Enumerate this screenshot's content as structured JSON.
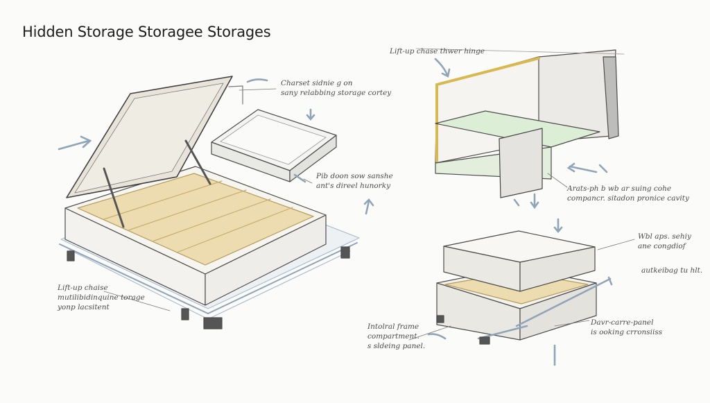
{
  "title": "Hidden Storage Storagee Storages",
  "annotations": {
    "main_top": [
      "Charset sidnie g on",
      "sany relabbing storage cortey"
    ],
    "main_mid": [
      "Pib doon sow sanshe",
      "ant's direel hunorky"
    ],
    "main_bottom": [
      "Lift-up chaise",
      "mutilibidinquine torage",
      "yonp lacsitent"
    ],
    "hinge": [
      "Lift-up chase thwer hinge"
    ],
    "cavity": [
      "Arats-ph b wb ar suing cohe",
      "compancr. sitadon pronice cavity"
    ],
    "drawer_top": [
      "Wbl aps. sehiy",
      "ane congdiof"
    ],
    "drawer_mid": [
      "autkeibag tu hlt."
    ],
    "drawer_left": [
      "Intolral frame",
      "compartment.",
      "s sldeing panel."
    ],
    "drawer_right": [
      "Davr-carre-panel",
      "is ooking crronsiiss"
    ]
  },
  "colors": {
    "ink": "#4b4b4b",
    "wood": "#e9d7a6",
    "rail": "#a9bdcc",
    "arrow": "#8fa5b7",
    "glass": "#d7ead2"
  }
}
